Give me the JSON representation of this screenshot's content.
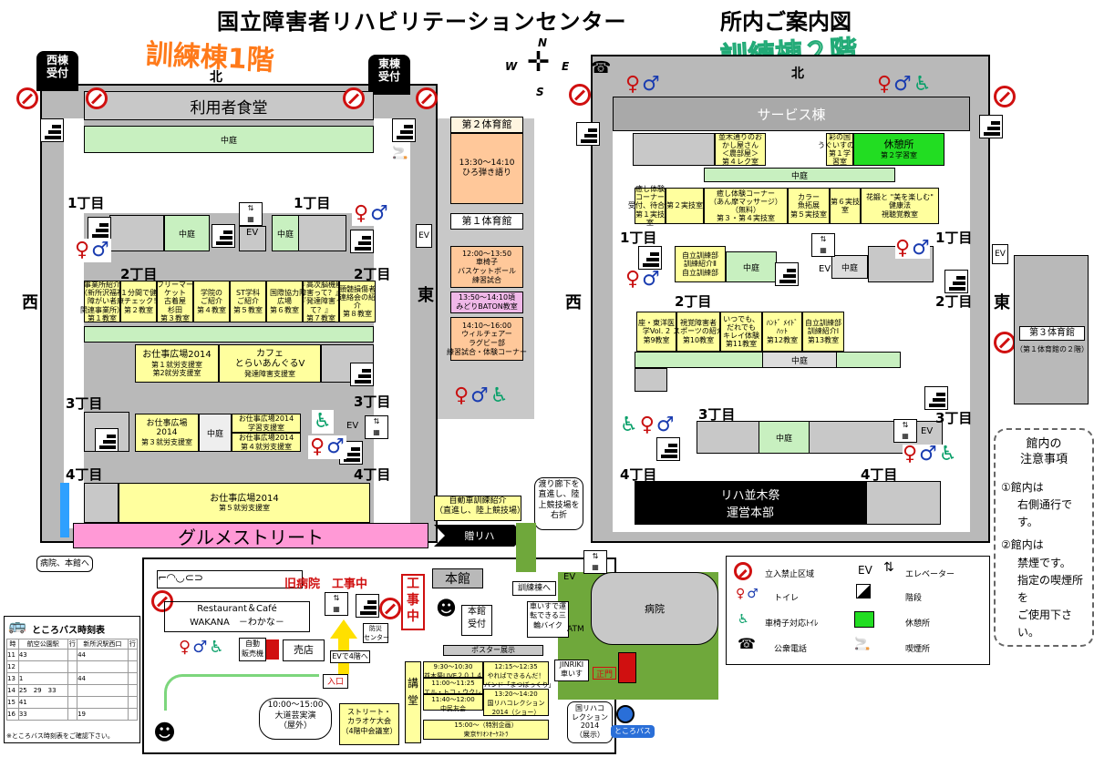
{
  "header": {
    "title": "国立障害者リハビリテーションセンター",
    "subtitle": "所内ご案内図",
    "floor1": "訓練棟1階",
    "floor2": "訓練棟２階"
  },
  "compass": {
    "n": "N",
    "s": "S",
    "e": "E",
    "w": "W"
  },
  "dirs": {
    "north": "北",
    "west": "西",
    "east": "東"
  },
  "tags": {
    "west_reception": "西棟\n受付",
    "east_reception": "東棟\n受付"
  },
  "chome": {
    "c1": "1丁目",
    "c2": "2丁目",
    "c3": "3丁目",
    "c4": "4丁目"
  },
  "f1": {
    "cafeteria": "利用者食堂",
    "courtyard": "中庭",
    "ev": "EV",
    "rooms2": [
      {
        "t": "事業所紹介\n（新所沢福祉\n障がい者\n関連事業所）",
        "s": "第１教室"
      },
      {
        "t": "１分間で健\n康チェック！",
        "s": "第２教室"
      },
      {
        "t": "フリーマー\nケット\n古着屋\n杉田",
        "s": "第３教室"
      },
      {
        "t": "学院の\nご紹介",
        "s": "第４教室"
      },
      {
        "t": "ST学科\nご紹介",
        "s": "第５教室"
      },
      {
        "t": "国際協力\n広場",
        "s": "第６教室"
      },
      {
        "t": "『高次脳機能\n障害って？』\n『発達障害っ\nて？』",
        "s": "第７教室"
      },
      {
        "t": "頸髄損傷者\n連絡会の紹\n介",
        "s": "第８教室"
      }
    ],
    "work2014a": "お仕事広場2014",
    "work_rooms_a": "第１就労支援室\n第2就労支援室",
    "cafe": "カフェ\nとらいあんぐるV",
    "cafe_room": "発達障害支援室",
    "work3": "お仕事広場\n2014",
    "work3_room": "第３就労支援室",
    "work4_top": "お仕事広場2014",
    "work4_top_room": "学習支援室",
    "work4_bottom": "お仕事広場2014",
    "work4_bottom_room": "第４就労支援室",
    "work5": "お仕事広場2014",
    "work5_room": "第５就労支援室",
    "gourmet": "グルメストリート",
    "gym2": "第２体育館",
    "gym2_event": "13:30〜14:10\nひろ弾き語り",
    "gym1": "第１体育館",
    "gym1_e1": "12:00〜13:50\n車椅子\nバスケットボール\n練習試合",
    "gym1_e2": "13:50〜14:10頃\nみどりBATON教室",
    "gym1_e3": "14:10〜16:00\nウィルチェアー\nラグビー部\n練習試合・体験コーナー"
  },
  "f2": {
    "service": "サービス棟",
    "rest": "休憩所",
    "rest_room": "第２学習室",
    "rooms_top": [
      {
        "t": "並木通りのお\nかし屋さん\n＜農部屋＞",
        "s": "第４レク室"
      },
      {
        "t": "彩の国\nうぐいすの会",
        "s": "第１学習室"
      }
    ],
    "rooms_mid": [
      {
        "t": "癒し体験\nコーナー\n受付、待合室",
        "s": "第１実技室"
      },
      {
        "t": "",
        "s": "第２実技室"
      },
      {
        "t": "癒し体験コーナー\n（あん摩マッサージ）\n（無料）",
        "s": "第３・第４実技室"
      },
      {
        "t": "カラー\n魚拓展",
        "s": "第５実技室"
      },
      {
        "t": "",
        "s": "第６実技室"
      },
      {
        "t": "花鍛と \"美を楽しむ\"\n健康法",
        "s": "視聴覚教室"
      }
    ],
    "jiritsu3": "自立訓練部\n訓練紹介Ⅱ",
    "jiritsu3_room": "自立訓練部",
    "rooms2": [
      {
        "t": "座・東洋医\n学Vol. 2",
        "s": "第9教室"
      },
      {
        "t": "視覚障害者\nスポーツの紹介",
        "s": "第10教室"
      },
      {
        "t": "いつでも、\nだれでも\nキレイ体験",
        "s": "第11教室"
      },
      {
        "t": "ﾊﾝﾄﾞ ﾒｲﾄﾞ\nﾊｯﾄ",
        "s": "第12教室"
      },
      {
        "t": "自立訓練部\n訓練紹介Ⅰ",
        "s": "第13教室"
      }
    ],
    "festival": "リハ並木祭\n運営本部",
    "gym3": "第３体育館",
    "gym3_note": "（第１体育館の２階）"
  },
  "south": {
    "car_training": "自動車訓練紹介\n（直進し、陸上競技場）",
    "rehab": "贈リハ",
    "cross": "渡り廊下を\n直進し、陸\n上競技場を\n右折",
    "hospital_main": "病院、本館へ",
    "old_hospital": "旧病院",
    "construction": "工事中",
    "construction2": "工\n事\n中",
    "honkan": "本館",
    "honkan_reception": "本館\n受付",
    "to_training": "訓練棟へ",
    "hospital": "病院",
    "restaurant": "Restaurant＆Café\nWAKANA　－わかな－",
    "vending": "自動\n販売機",
    "shop": "売店",
    "ev4": "EVで4階へ",
    "bousai": "防災\nセンター",
    "wheelchair_bike": "車いすで運\n転できる三\n輪バイク",
    "atm": "ATM",
    "poster": "ポスター展示",
    "jinriki": "JINRIKI\n車いす",
    "main_gate": "正門",
    "entrance": "入口",
    "kodo": "講\n堂",
    "live": "9:30〜10:30\n並木祭LIVE２０１４",
    "dance": "12:15〜12:35\nやればできるんだ！\nバンド「まつぼっくり」",
    "ukulele": "11:00〜11:25\nエル・トコ・ウクレレ",
    "chumin": "11:40〜12:00\n中民友会",
    "collection": "13:20〜14:20\n国リハコレクション\n2014（ショー）",
    "orchestra": "15:00〜（特別企画）\n東京ｻﾘｵﾝｵｰｹｽﾄﾗ",
    "kuniriha": "国リハコ\nレクション\n2014\n（展示）",
    "outdoor": "10:00〜15:00\n大道芸実演\n（屋外）",
    "street": "ストリート・\nカラオケ大会\n（4階中会議室）",
    "bus": "ところバス"
  },
  "notice": {
    "title": "館内の\n注意事項",
    "l1": "①館内は",
    "l2": "右側通行です。",
    "l3": "②館内は",
    "l4": "禁煙です。",
    "l5": "指定の喫煙所を",
    "l6": "ご使用下さい。"
  },
  "legend": {
    "no_entry": "立入禁止区域",
    "ev": "EV",
    "elevator": "エレベーター",
    "toilet": "トイレ",
    "stairs": "階段",
    "wc_accessible": "車椅子対応ﾄｲﾚ",
    "rest": "休憩所",
    "phone": "公衆電話",
    "smoking": "喫煙所"
  },
  "bus_table": {
    "title": "ところバス時刻表",
    "header": [
      "時",
      "航空公園駅",
      "行",
      "新所沢駅西口",
      "行"
    ],
    "rows": [
      [
        "11",
        "43",
        "",
        "44",
        ""
      ],
      [
        "12",
        "",
        "",
        "",
        ""
      ],
      [
        "13",
        "1",
        "",
        "44",
        ""
      ],
      [
        "14",
        "25　29　33",
        "",
        "",
        ""
      ],
      [
        "15",
        "41",
        "",
        "",
        ""
      ],
      [
        "16",
        "33",
        "",
        "19",
        ""
      ]
    ],
    "note": "※ところバス時刻表をご確認下さい。"
  },
  "colors": {
    "yellow": "#ffff9e",
    "green": "#c8f0c0",
    "gray": "#b9b9b9",
    "orange": "#ff7a1a",
    "pink": "#ff99d6",
    "greenbright": "#22dd22",
    "black": "#000000"
  }
}
